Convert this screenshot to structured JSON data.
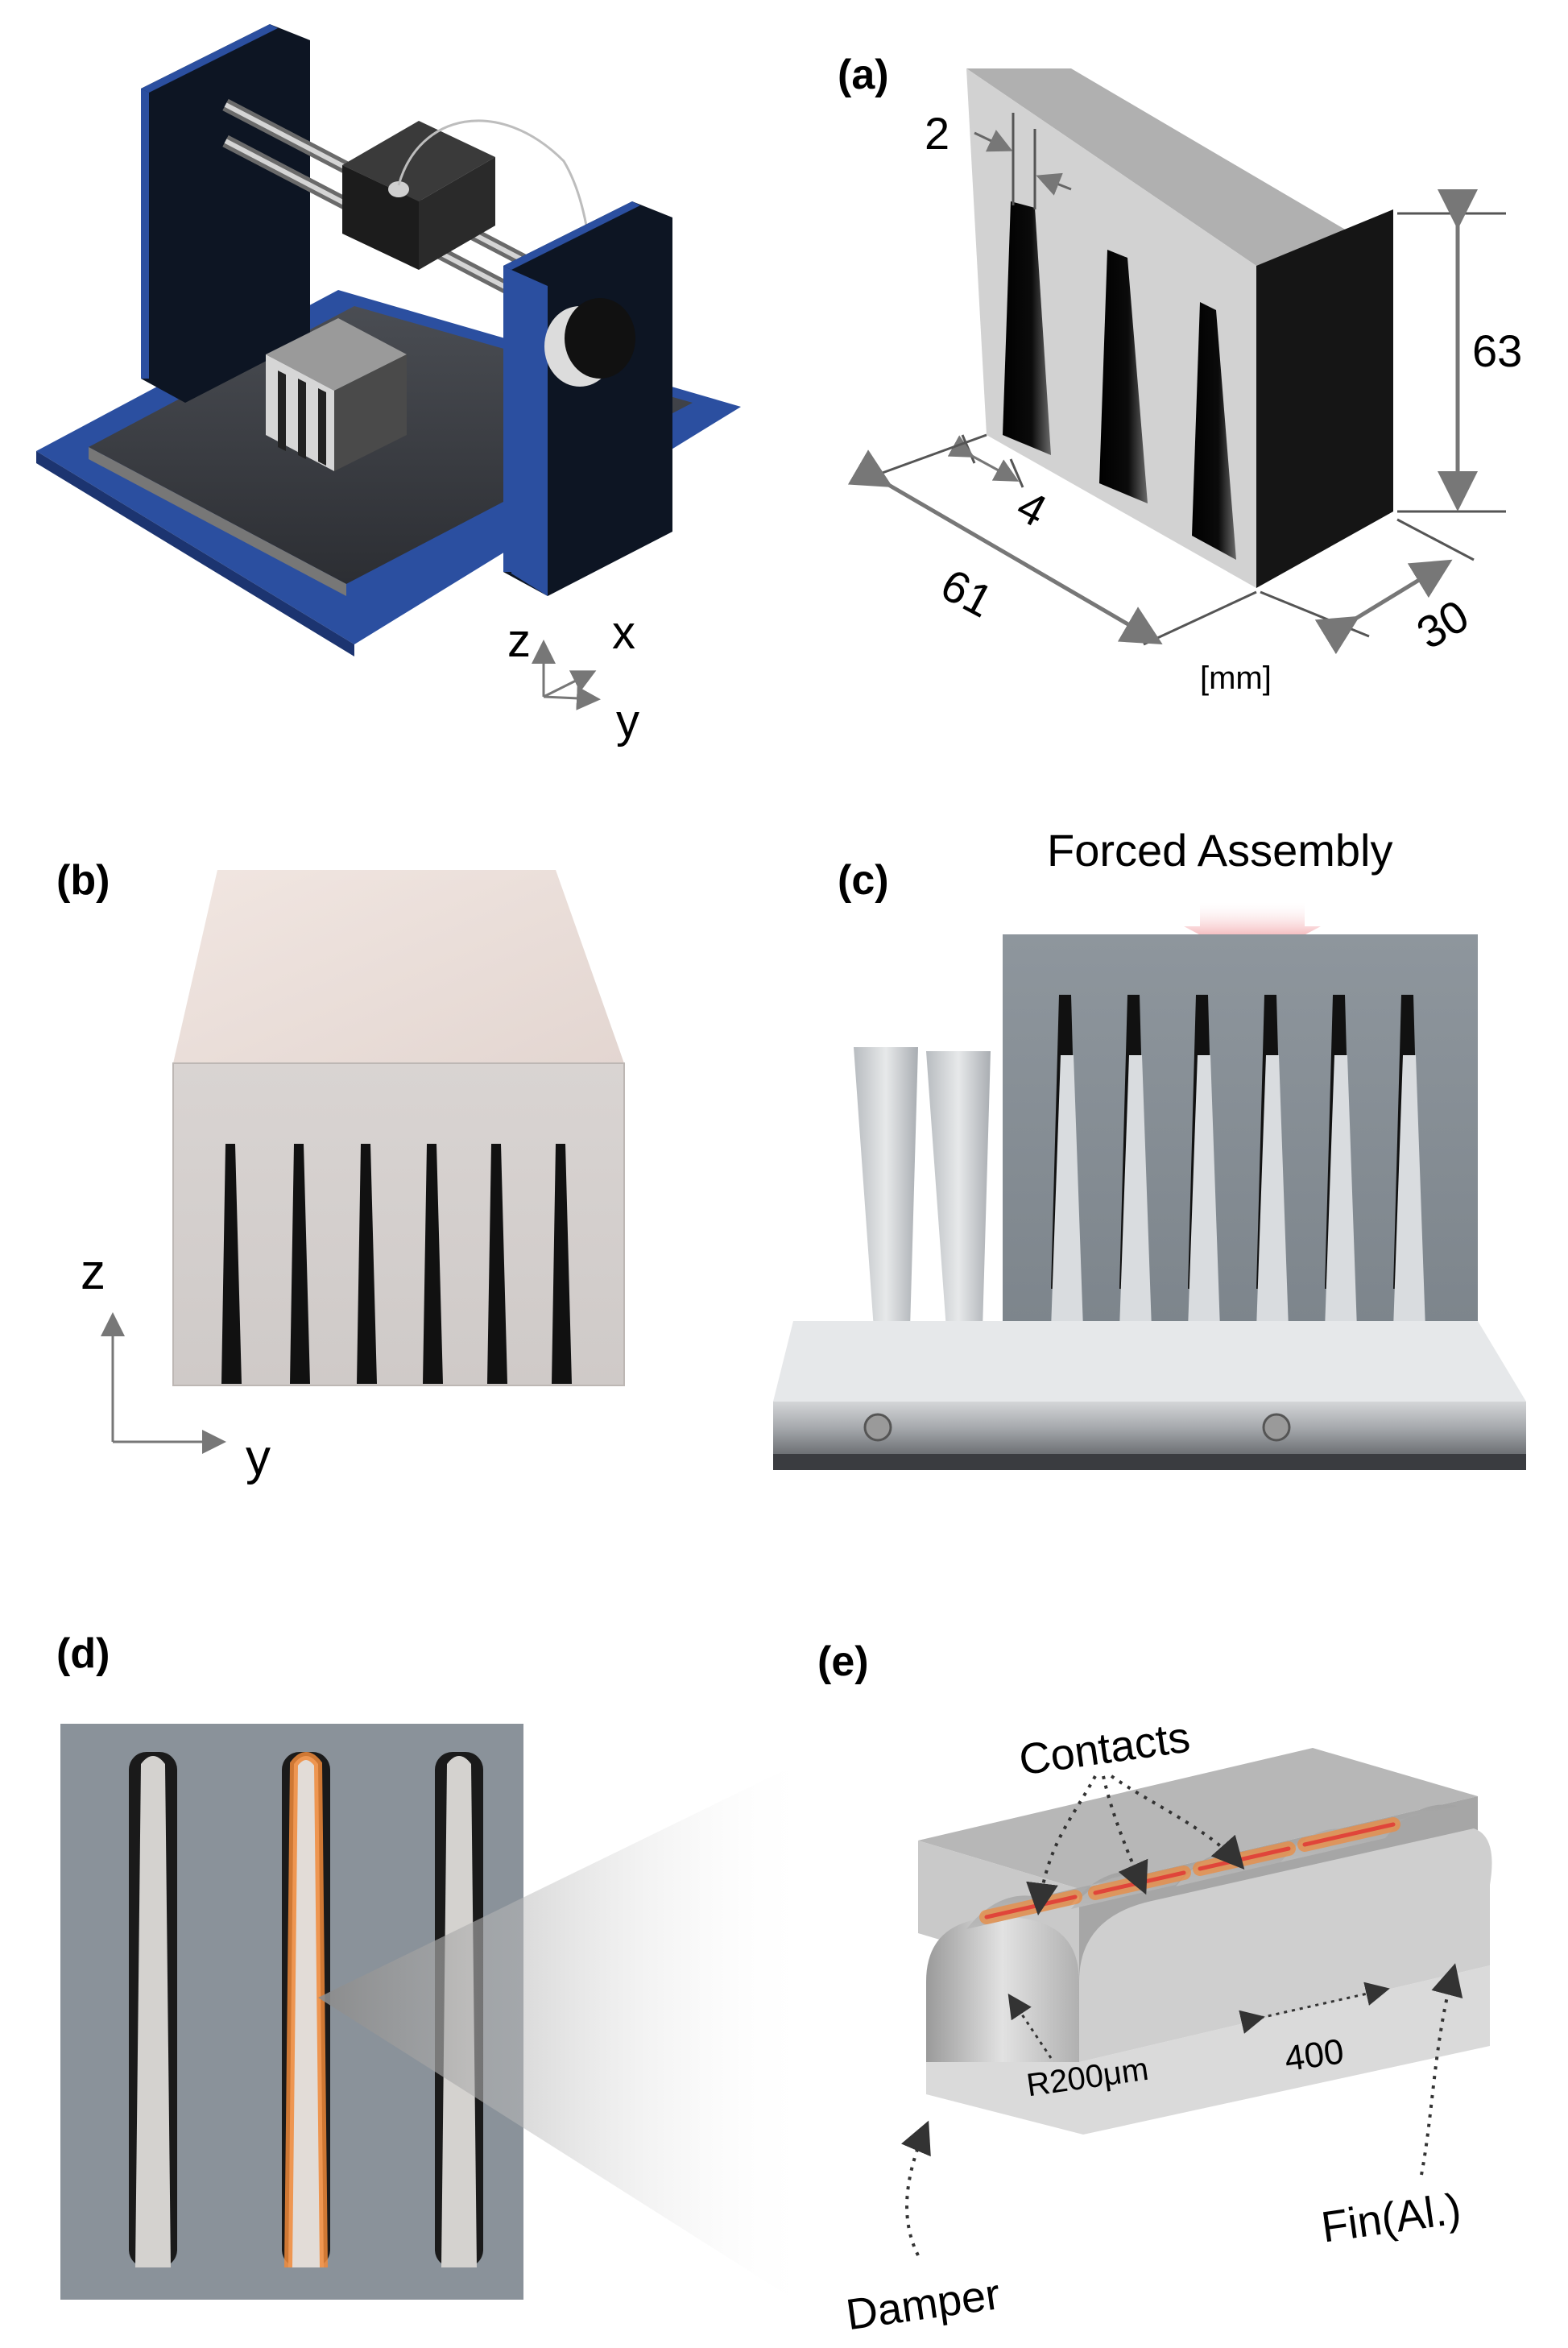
{
  "panels": {
    "a": "(a)",
    "b": "(b)",
    "c": "(c)",
    "d": "(d)",
    "e": "(e)"
  },
  "printer_axes": {
    "z": "z",
    "x": "x",
    "y": "y"
  },
  "dimensions": {
    "gap": "2",
    "fin_pitch": "4",
    "height": "63",
    "length": "61",
    "depth": "30",
    "unit": "[mm]"
  },
  "photo_axes": {
    "z": "z",
    "y": "y"
  },
  "forced_assembly": "Forced Assembly",
  "detail": {
    "contacts": "Contacts",
    "radius": "R200μm",
    "spacing": "400",
    "fin": "Fin(Al.)",
    "damper": "Damper"
  },
  "colors": {
    "frame_blue": "#2b4fa0",
    "frame_dark": "#0d1523",
    "contact_orange": "#f08a3a",
    "contact_red": "#e0453a",
    "arrow_red": "#e2323b"
  }
}
